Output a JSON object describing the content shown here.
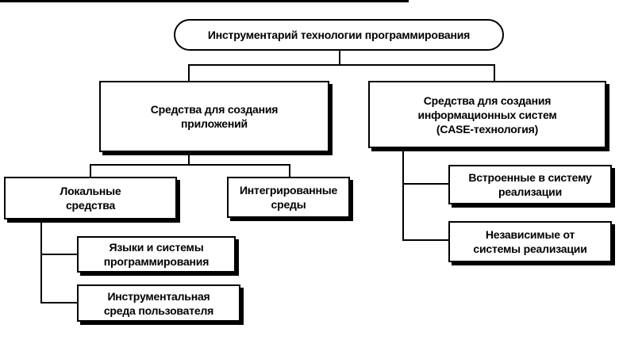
{
  "diagram": {
    "root": {
      "label": "Инструментарий технологии программирования"
    },
    "branches": [
      {
        "label": "Средства для создания\nприложений",
        "children": [
          {
            "label": "Локальные\nсредства",
            "children": [
              {
                "label": "Языки и системы\nпрограммирования"
              },
              {
                "label": "Инструментальная\nсреда пользователя"
              }
            ]
          },
          {
            "label": "Интегрированные\nсреды"
          }
        ]
      },
      {
        "label": "Средства для  создания\nинформационных систем\n(CASE-технология)",
        "children": [
          {
            "label": "Встроенные в систему\nреализации"
          },
          {
            "label": "Независимые от\nсистемы реализации"
          }
        ]
      }
    ]
  }
}
